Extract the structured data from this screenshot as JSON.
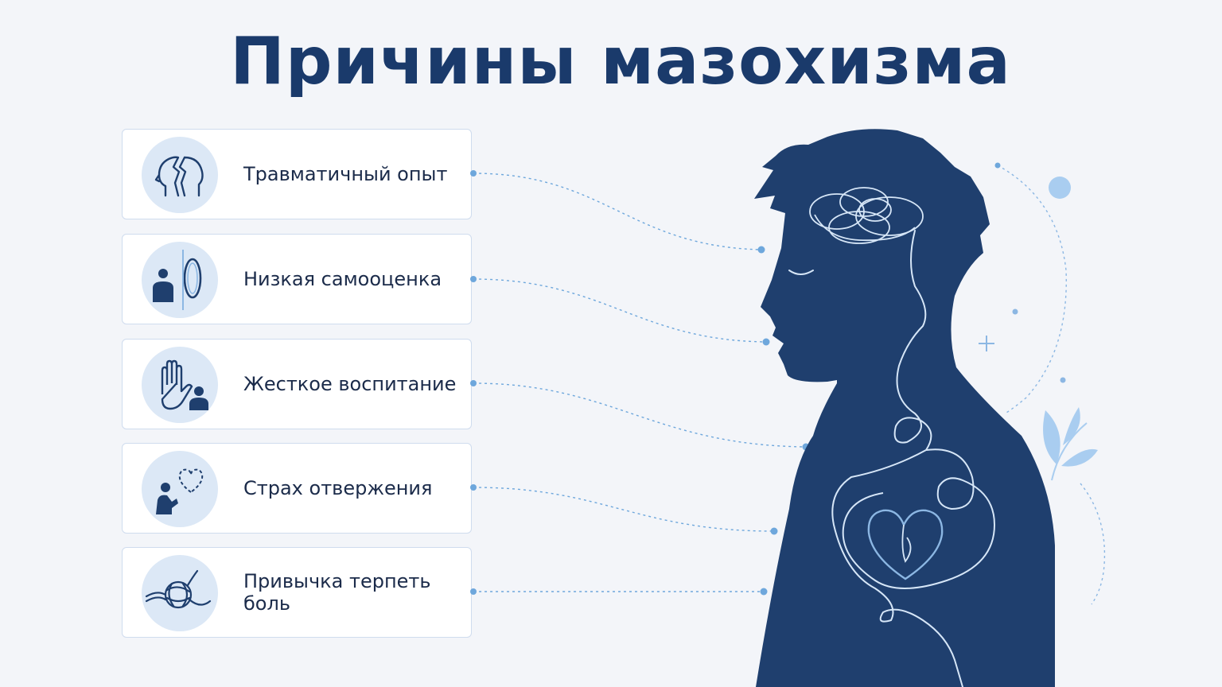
{
  "title": "Причины мазохизма",
  "causes": [
    {
      "label": "Травматичный опыт",
      "icon": "broken-head-icon"
    },
    {
      "label": "Низкая самооценка",
      "icon": "person-mirror-icon"
    },
    {
      "label": "Жесткое воспитание",
      "icon": "stop-hand-icon"
    },
    {
      "label": "Страх отвержения",
      "icon": "sad-person-heart-icon"
    },
    {
      "label": "Привычка терпеть боль",
      "icon": "tangled-knot-icon"
    }
  ],
  "colors": {
    "title": "#1a3a6b",
    "silhouette": "#1f3f6e",
    "accent": "#5b9bd5",
    "icon_bg": "#dce8f6",
    "card_border": "#cfdcee",
    "line_light": "#d6e6f7"
  }
}
